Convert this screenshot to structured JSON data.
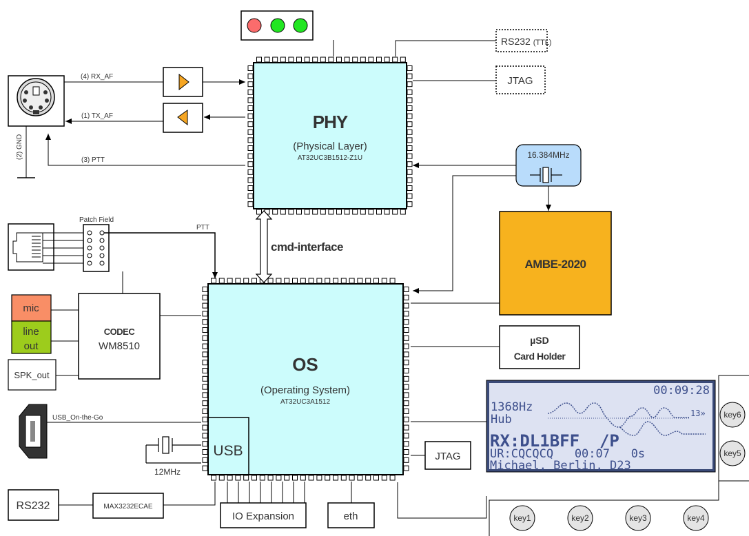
{
  "colors": {
    "chip_fill": "#ccfcfc",
    "amber": "#f7b21e",
    "mic": "#f98e66",
    "line_out": "#9dcc1c",
    "osc_fill": "#b9dcfb",
    "lcd_bg": "#dde2f2",
    "lcd_text": "#3d4f8c",
    "led_red": "#fb6c6c",
    "led_green": "#22e622"
  },
  "icons": [
    "ps2-connector-icon",
    "rj45-connector-icon",
    "micro-usb-connector-icon",
    "crystal-icon",
    "triangle-right-icon",
    "triangle-left-icon"
  ],
  "phy": {
    "title": "PHY",
    "subtitle": "(Physical Layer)",
    "part": "AT32UC3B1512-Z1U"
  },
  "os": {
    "title": "OS",
    "subtitle": "(Operating System)",
    "part": "AT32UC3A1512"
  },
  "cmd_interface": "cmd-interface",
  "usb_block": "USB",
  "amd_ambe": "AMBE-2020",
  "oscillator": "16.384MHz",
  "crystal_12": "12MHz",
  "rs232_ttl": {
    "main": "RS232",
    "small": "(TTL)"
  },
  "jtag_phy": "JTAG",
  "jtag_os": "JTAG",
  "usd": {
    "line1": "µSD",
    "line2": "Card Holder"
  },
  "codec": {
    "name": "CODEC",
    "part": "WM8510"
  },
  "mic": "mic",
  "line_out": {
    "line1": "line",
    "line2": "out"
  },
  "spk_out": "SPK_out",
  "rs232": "RS232",
  "max3232": "MAX3232ECAE",
  "io_expansion": "IO Expansion",
  "eth": "eth",
  "patch_field": "Patch Field",
  "ptt_label": "PTT",
  "usb_otg": "USB_On-the-Go",
  "signals": {
    "rx_af": "(4) RX_AF",
    "tx_af": "(1) TX_AF",
    "ptt": "(3) PTT",
    "gnd": "(2) GND"
  },
  "lcd": {
    "time": "00:09:28",
    "freq": "1368Hz",
    "hub": "Hub",
    "level": "13»",
    "rx": "RX:DL1BFF  /P",
    "ur": "UR:CQCQCQ   00:07   0s",
    "name": "Michael, Berlin, D23"
  },
  "keys": [
    "key1",
    "key2",
    "key3",
    "key4",
    "key5",
    "key6"
  ]
}
